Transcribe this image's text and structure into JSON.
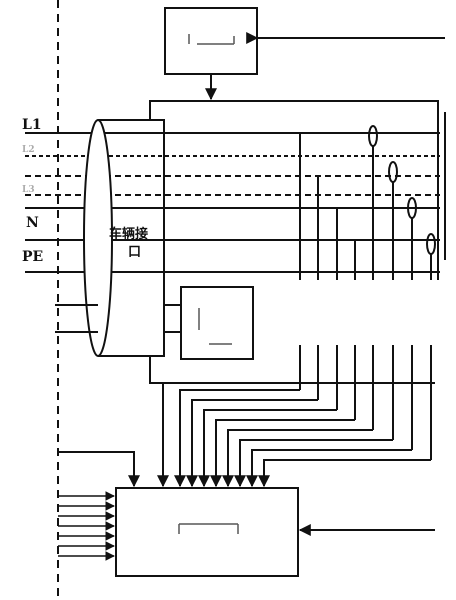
{
  "line_labels": {
    "L1": "L1",
    "L2": "L2",
    "L3": "L3",
    "N": "N",
    "PE": "PE"
  },
  "vehicle_interface": {
    "label_line1": "车辆接",
    "label_line2": "口"
  },
  "top_box": {
    "label": ""
  },
  "middle_box": {
    "label": ""
  },
  "bottom_box": {
    "label": ""
  },
  "colors": {
    "ink": "#111111",
    "background": "#ffffff"
  }
}
